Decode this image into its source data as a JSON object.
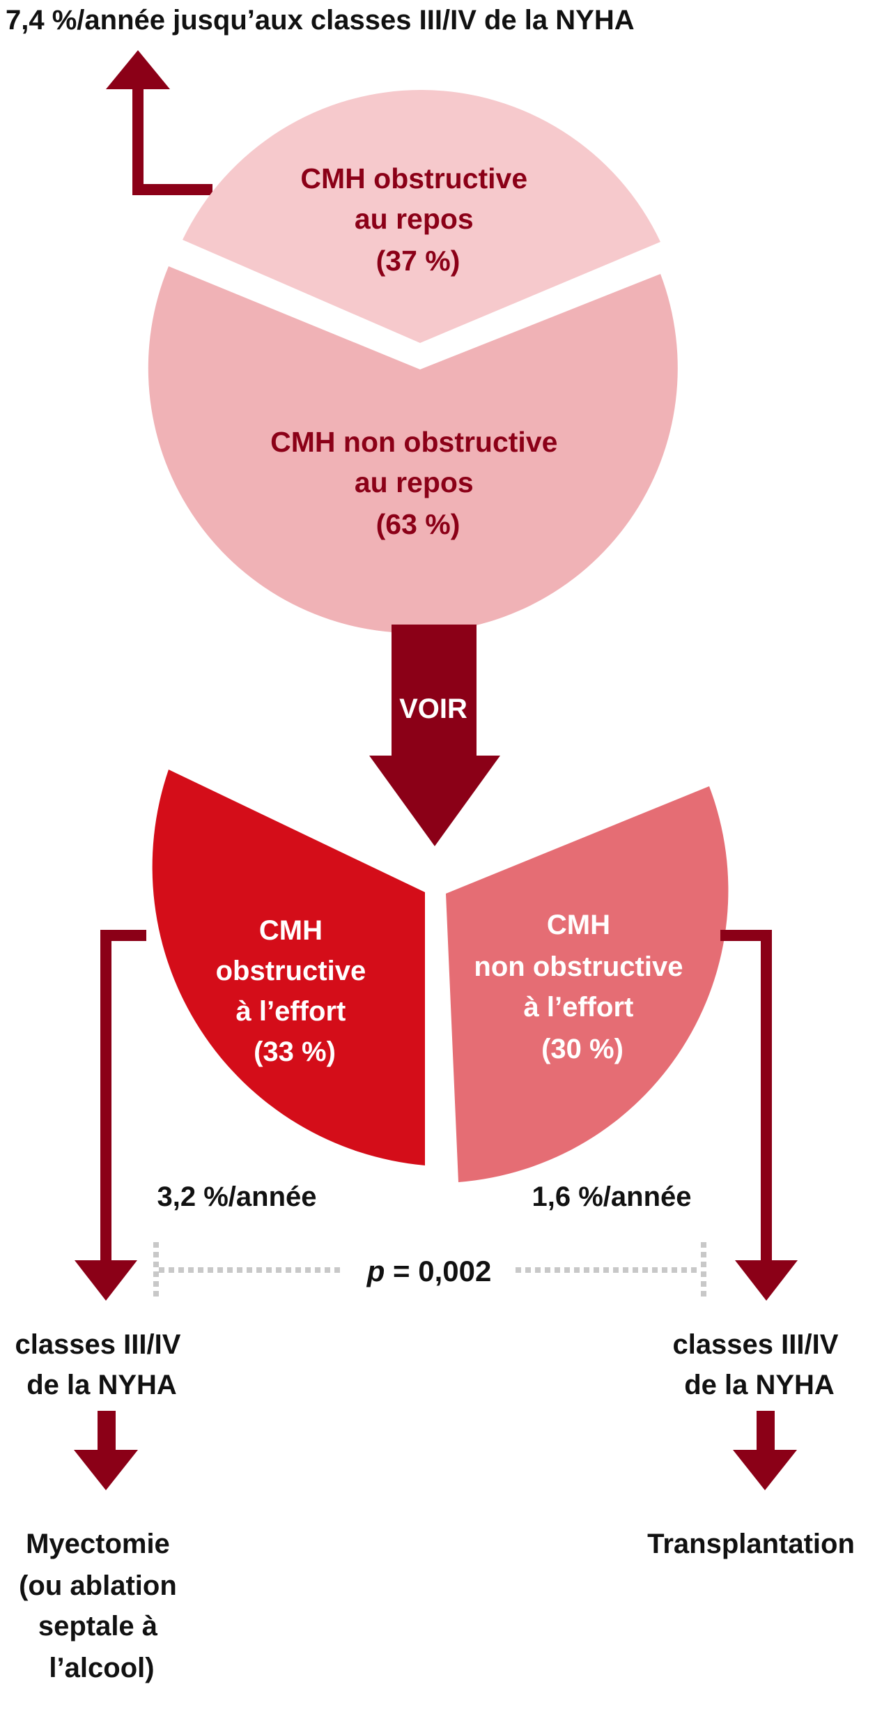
{
  "top_annotation": "7,4 %/année jusqu’aux classes III/IV de la NYHA",
  "rest_circle": {
    "obstructive": {
      "lines": [
        "CMH obstructive",
        "au repos",
        "(37 %)"
      ],
      "percent": 37
    },
    "non_obstructive": {
      "lines": [
        "CMH non obstructive",
        "au repos",
        "(63 %)"
      ],
      "percent": 63
    }
  },
  "voir_label": "VOIR",
  "effort_circle": {
    "obstructive": {
      "lines": [
        "CMH",
        "obstructive",
        "à l’effort",
        "(33 %)"
      ],
      "percent": 33
    },
    "non_obstructive": {
      "lines": [
        "CMH",
        "non obstructive",
        "à l’effort",
        "(30 %)"
      ],
      "percent": 30
    }
  },
  "rates": {
    "left": "3,2 %/année",
    "right": "1,6 %/année"
  },
  "p_value": {
    "symbol": "p",
    "value": " = 0,002"
  },
  "left_branch": {
    "class_lines": [
      "classes III/IV",
      "de la NYHA"
    ],
    "outcome_lines": [
      "Myectomie",
      "(ou ablation",
      "septale à",
      "l’alcool)"
    ]
  },
  "right_branch": {
    "class_lines": [
      "classes III/IV",
      "de la NYHA"
    ],
    "outcome_lines": [
      "Transplantation"
    ]
  },
  "colors": {
    "arrow": "#8b0017",
    "obstructive_rest": "#f6c9cc",
    "non_obstructive_rest": "#f0b2b6",
    "obstructive_effort": "#d40d19",
    "non_obstructive_effort": "#e56d74",
    "dotted_line": "#c8c8c8",
    "label_dark": "#8b0017"
  }
}
